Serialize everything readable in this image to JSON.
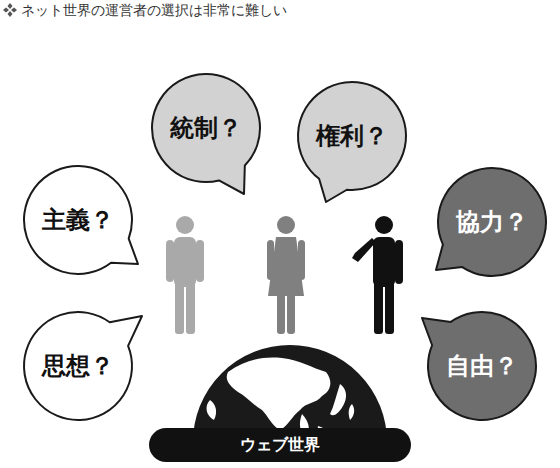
{
  "diagram": {
    "title": "ネット世界の運営者の選択は非常に難しい",
    "nodes": [
      {
        "text": [
          "統制？"
        ]
      },
      {
        "text": [
          "権利？"
        ]
      },
      {
        "text": [
          "主義？"
        ]
      },
      {
        "text": [
          "協力？"
        ]
      },
      {
        "text": [
          "思想？"
        ]
      },
      {
        "text": [
          "自由？"
        ]
      },
      {
        "text": [
          "ウェブ世界"
        ]
      }
    ]
  }
}
